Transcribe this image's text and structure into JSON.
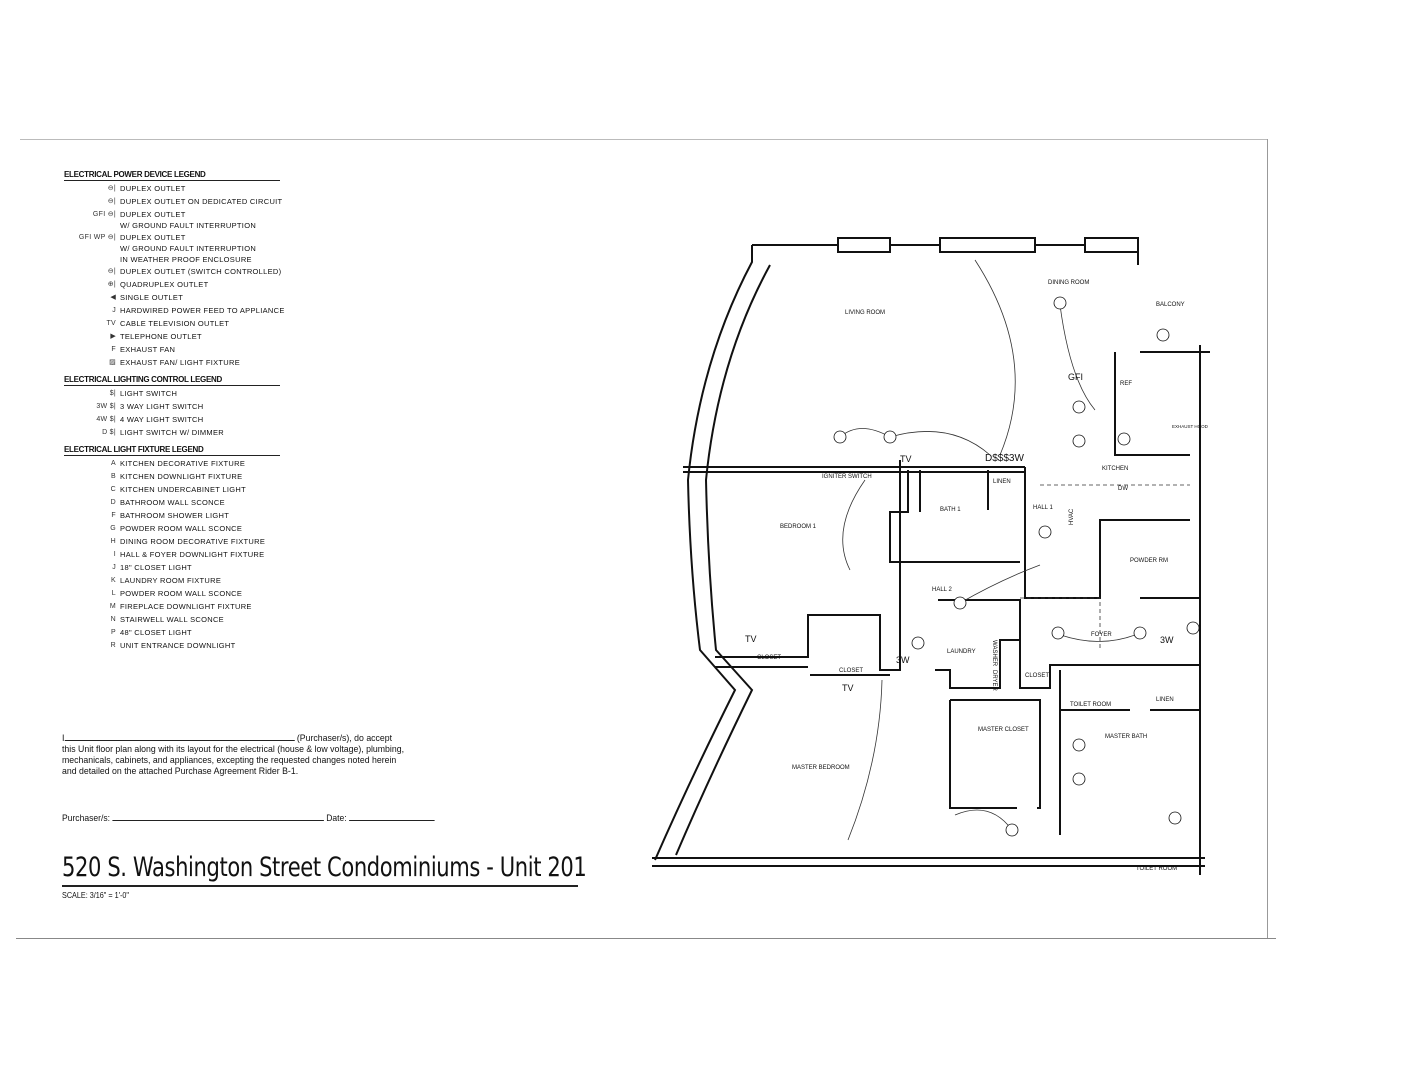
{
  "power_legend": {
    "title": "ELECTRICAL POWER DEVICE LEGEND",
    "items": [
      {
        "symbol": "⊖|",
        "label": "DUPLEX OUTLET"
      },
      {
        "symbol": "⊖|",
        "label": "DUPLEX OUTLET ON DEDICATED CIRCUIT"
      },
      {
        "symbol": "GFI ⊖|",
        "label": "DUPLEX OUTLET\nW/ GROUND FAULT INTERRUPTION"
      },
      {
        "symbol": "GFI WP ⊖|",
        "label": "DUPLEX OUTLET\nW/ GROUND FAULT INTERRUPTION\nIN WEATHER PROOF ENCLOSURE"
      },
      {
        "symbol": "⊖|",
        "label": "DUPLEX OUTLET (SWITCH CONTROLLED)"
      },
      {
        "symbol": "⊕|",
        "label": "QUADRUPLEX OUTLET"
      },
      {
        "symbol": "◀",
        "label": "SINGLE OUTLET"
      },
      {
        "symbol": "J",
        "label": "HARDWIRED POWER FEED TO APPLIANCE"
      },
      {
        "symbol": "TV",
        "label": "CABLE TELEVISION OUTLET"
      },
      {
        "symbol": "▶",
        "label": "TELEPHONE OUTLET"
      },
      {
        "symbol": "F",
        "label": "EXHAUST FAN"
      },
      {
        "symbol": "▨",
        "label": "EXHAUST FAN/ LIGHT FIXTURE"
      }
    ]
  },
  "lighting_control_legend": {
    "title": "ELECTRICAL LIGHTING CONTROL LEGEND",
    "items": [
      {
        "symbol": "$|",
        "label": "LIGHT SWITCH"
      },
      {
        "symbol": "3W $|",
        "label": "3 WAY LIGHT SWITCH"
      },
      {
        "symbol": "4W $|",
        "label": "4 WAY LIGHT SWITCH"
      },
      {
        "symbol": "D $|",
        "label": "LIGHT SWITCH W/ DIMMER"
      }
    ]
  },
  "fixture_legend": {
    "title": "ELECTRICAL LIGHT FIXTURE LEGEND",
    "items": [
      {
        "symbol": "A",
        "label": "KITCHEN DECORATIVE FIXTURE"
      },
      {
        "symbol": "B",
        "label": "KITCHEN DOWNLIGHT FIXTURE"
      },
      {
        "symbol": "C",
        "label": "KITCHEN UNDERCABINET LIGHT"
      },
      {
        "symbol": "D",
        "label": "BATHROOM WALL SCONCE"
      },
      {
        "symbol": "F",
        "label": "BATHROOM SHOWER LIGHT"
      },
      {
        "symbol": "G",
        "label": "POWDER ROOM WALL SCONCE"
      },
      {
        "symbol": "H",
        "label": "DINING ROOM DECORATIVE FIXTURE"
      },
      {
        "symbol": "I",
        "label": "HALL & FOYER DOWNLIGHT FIXTURE"
      },
      {
        "symbol": "J",
        "label": "18\" CLOSET LIGHT"
      },
      {
        "symbol": "K",
        "label": "LAUNDRY ROOM FIXTURE"
      },
      {
        "symbol": "L",
        "label": "POWDER ROOM WALL SCONCE"
      },
      {
        "symbol": "M",
        "label": "FIREPLACE DOWNLIGHT FIXTURE"
      },
      {
        "symbol": "N",
        "label": "STAIRWELL WALL SCONCE"
      },
      {
        "symbol": "P",
        "label": "48\" CLOSET LIGHT"
      },
      {
        "symbol": "R",
        "label": "UNIT ENTRANCE DOWNLIGHT"
      }
    ]
  },
  "acceptance": {
    "prefix": "I",
    "text": "(Purchaser/s), do accept this Unit floor plan along with its layout for the electrical (house & low voltage), plumbing, mechanicals, cabinets, and appliances, excepting the requested changes noted herein and detailed on the attached Purchase Agreement Rider B-1.",
    "purchaser_label": "Purchaser/s:",
    "date_label": "Date:"
  },
  "title": "520 S. Washington Street Condominiums - Unit 201",
  "scale": "SCALE: 3/16\" = 1'-0\"",
  "rooms": {
    "living": "LIVING ROOM",
    "dining": "DINING ROOM",
    "balcony": "BALCONY",
    "kitchen": "KITCHEN",
    "bedroom1": "BEDROOM 1",
    "bath1": "BATH 1",
    "linen1": "LINEN",
    "hall1": "HALL 1",
    "hall2": "HALL 2",
    "powder": "POWDER RM",
    "foyer": "FOYER",
    "closet1": "CLOSET",
    "closet2": "CLOSET",
    "closet3": "CLOSET",
    "laundry": "LAUNDRY",
    "washer": "WASHER",
    "dryer": "DRYER",
    "toilet1": "TOILET ROOM",
    "linen2": "LINEN",
    "master_closet": "MASTER CLOSET",
    "master_bath": "MASTER BATH",
    "master_bedroom": "MASTER BEDROOM",
    "toilet2": "TOILET ROOM",
    "igniter": "IGNITER SWITCH",
    "ref": "REF",
    "hvac": "HVAC",
    "exhaust": "EXHAUST HOOD",
    "dw": "DW",
    "tv1": "TV",
    "tv2": "TV",
    "tv3": "TV",
    "gfi": "GFI",
    "sw1": "D$$$3W",
    "sw2": "3W",
    "sw3": "3W"
  }
}
